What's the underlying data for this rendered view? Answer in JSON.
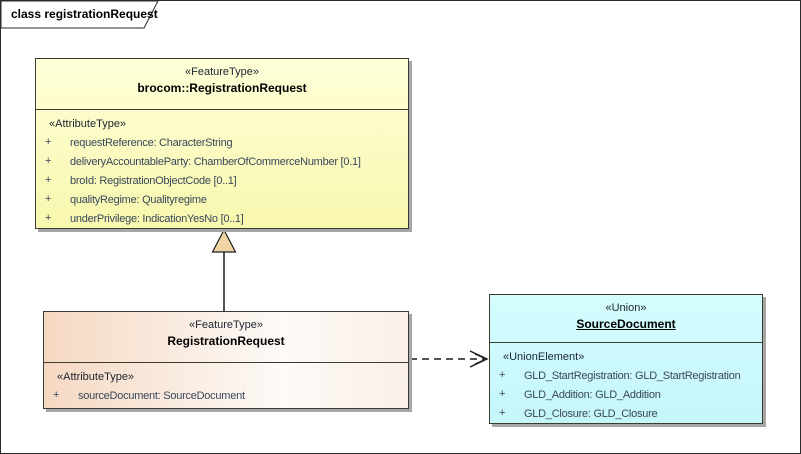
{
  "diagram": {
    "frame_title": "class registrationRequest"
  },
  "colors": {
    "parent_fill_top": "#ffffd9",
    "parent_fill_bottom": "#f7f7ae",
    "child_fill_left": "#f5d8c2",
    "child_fill_right": "#fdfaf7",
    "union_fill": "#c9f8fc",
    "box_border": "#3b3b2e",
    "shadow": "#a6a6a6",
    "attribute_text": "#39475a",
    "triangle_fill": "#f2d5a6",
    "connector_line": "#1a1a1a"
  },
  "parent_class": {
    "stereotype": "«FeatureType»",
    "name": "brocom::RegistrationRequest",
    "section_label": "«AttributeType»",
    "attributes": [
      {
        "visibility": "+",
        "signature": "requestReference: CharacterString"
      },
      {
        "visibility": "+",
        "signature": "deliveryAccountableParty: ChamberOfCommerceNumber [0.1]"
      },
      {
        "visibility": "+",
        "signature": "broId: RegistrationObjectCode [0..1]"
      },
      {
        "visibility": "+",
        "signature": "qualityRegime: Qualityregime"
      },
      {
        "visibility": "+",
        "signature": "underPrivilege: IndicationYesNo [0..1]"
      }
    ]
  },
  "child_class": {
    "stereotype": "«FeatureType»",
    "name": "RegistrationRequest",
    "section_label": "«AttributeType»",
    "attributes": [
      {
        "visibility": "+",
        "signature": "sourceDocument: SourceDocument"
      }
    ]
  },
  "union_class": {
    "stereotype": "«Union»",
    "name": "SourceDocument",
    "section_label": "«UnionElement»",
    "attributes": [
      {
        "visibility": "+",
        "signature": "GLD_StartRegistration: GLD_StartRegistration"
      },
      {
        "visibility": "+",
        "signature": "GLD_Addition: GLD_Addition"
      },
      {
        "visibility": "+",
        "signature": "GLD_Closure: GLD_Closure"
      }
    ]
  }
}
